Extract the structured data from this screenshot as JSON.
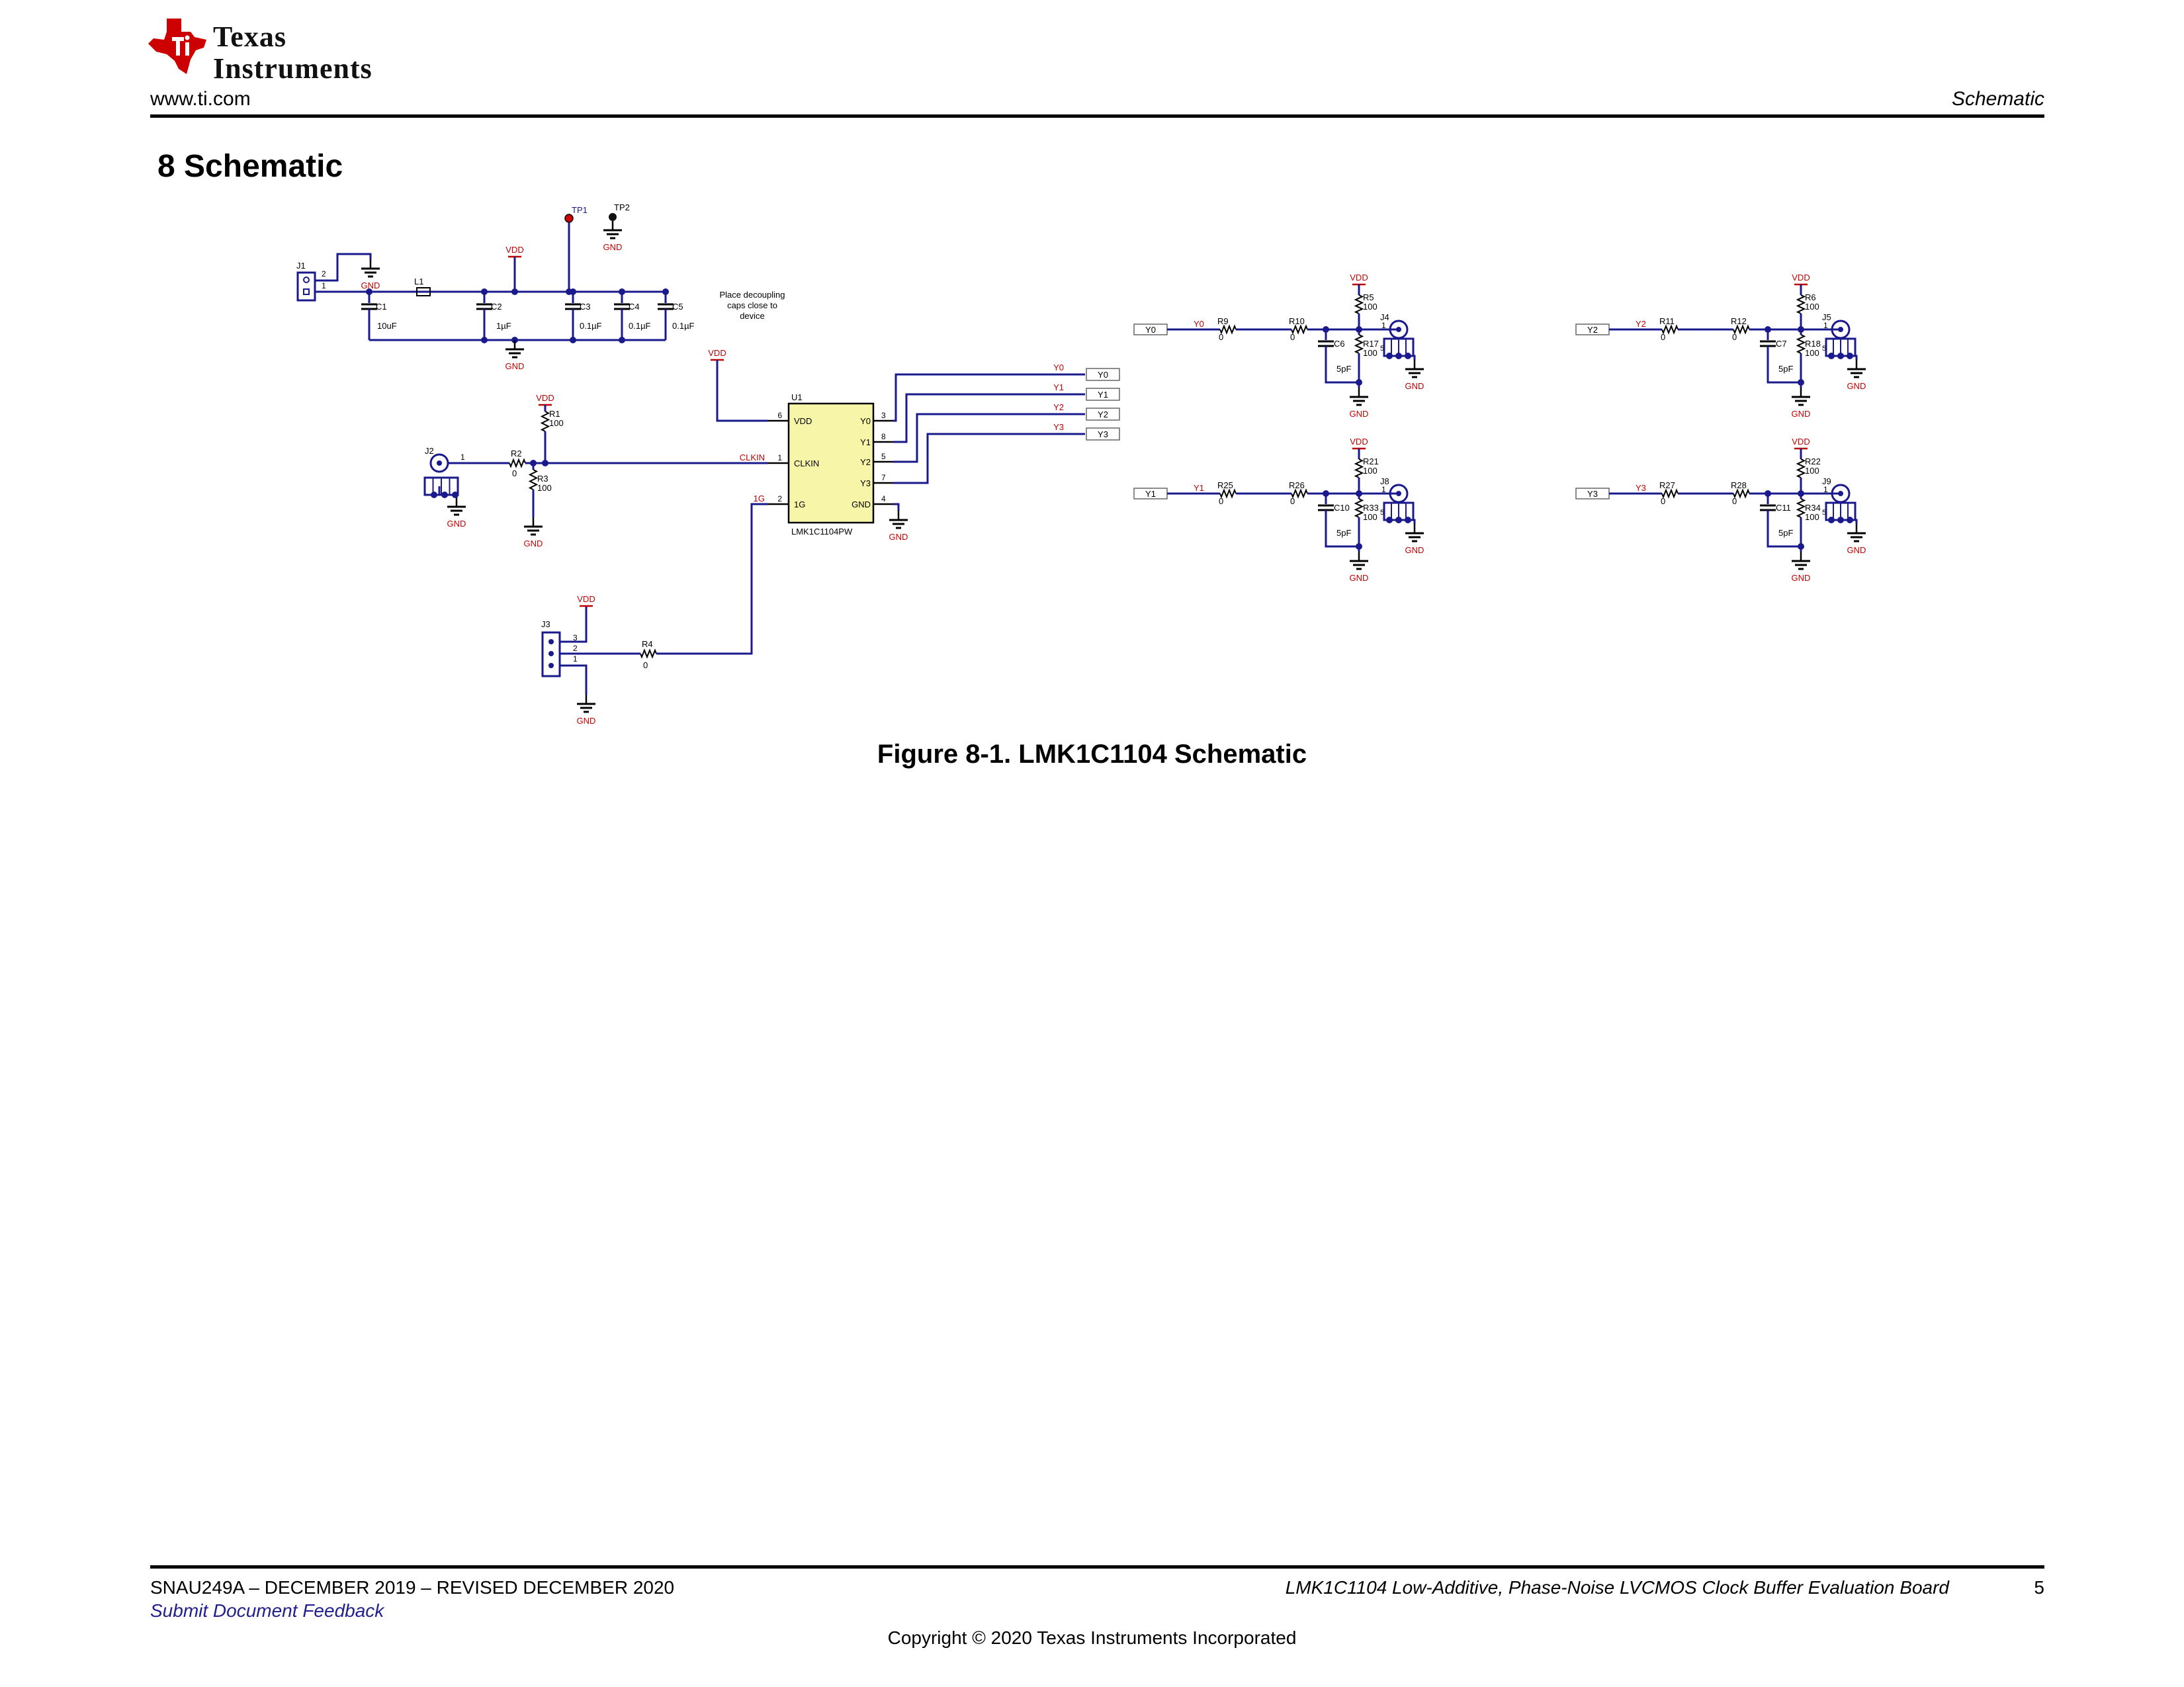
{
  "header": {
    "logo_line1": "Texas",
    "logo_line2": "Instruments",
    "site_url": "www.ti.com",
    "section_label": "Schematic"
  },
  "page_heading": "8 Schematic",
  "schematic": {
    "note_lines": [
      "Place decoupling",
      "caps close to",
      "device"
    ],
    "ic_ref": "U1",
    "ic_part": "LMK1C1104PW",
    "ic_pins_left": [
      {
        "name": "VDD",
        "num": "6"
      },
      {
        "name": "CLKIN",
        "num": "1"
      },
      {
        "name": "1G",
        "num": "2"
      }
    ],
    "ic_pins_right": [
      {
        "name": "Y0",
        "num": "3"
      },
      {
        "name": "Y1",
        "num": "8"
      },
      {
        "name": "Y2",
        "num": "5"
      },
      {
        "name": "Y3",
        "num": "7"
      },
      {
        "name": "GND",
        "num": "4"
      }
    ],
    "net_clkin": "CLKIN",
    "net_1g": "1G",
    "outputs": [
      "Y0",
      "Y1",
      "Y2",
      "Y3"
    ],
    "power_net": "VDD",
    "ground_net": "GND",
    "test_points": [
      "TP1",
      "TP2"
    ],
    "power": {
      "connector": "J1",
      "pin_top": "2",
      "pin_bottom": "1",
      "inductor": "L1",
      "caps": [
        {
          "ref": "C1",
          "value": "10uF"
        },
        {
          "ref": "C2",
          "value": "1µF"
        },
        {
          "ref": "C3",
          "value": "0.1µF"
        },
        {
          "ref": "C4",
          "value": "0.1µF"
        },
        {
          "ref": "C5",
          "value": "0.1µF"
        }
      ]
    },
    "input": {
      "connector": "J2",
      "pin": "1",
      "series_res": {
        "ref": "R2",
        "value": "0"
      },
      "pullup": {
        "ref": "R1",
        "value": "100"
      },
      "pulldown": {
        "ref": "R3",
        "value": "100"
      }
    },
    "enable": {
      "header": "J3",
      "pins": [
        "3",
        "2",
        "1"
      ],
      "res": {
        "ref": "R4",
        "value": "0"
      }
    },
    "channels": [
      {
        "net": "Y0",
        "r_a": "R9",
        "r_a_val": "0",
        "r_b": "R10",
        "r_b_val": "0",
        "cap": "C6",
        "cap_val": "5pF",
        "r_up": "R5",
        "r_up_val": "100",
        "r_dn": "R17",
        "r_dn_val": "100",
        "conn": "J4",
        "pin": "1",
        "side_pins": "5 4 3 2"
      },
      {
        "net": "Y2",
        "r_a": "R11",
        "r_a_val": "0",
        "r_b": "R12",
        "r_b_val": "0",
        "cap": "C7",
        "cap_val": "5pF",
        "r_up": "R6",
        "r_up_val": "100",
        "r_dn": "R18",
        "r_dn_val": "100",
        "conn": "J5",
        "pin": "1",
        "side_pins": "5 4 3 2"
      },
      {
        "net": "Y1",
        "r_a": "R25",
        "r_a_val": "0",
        "r_b": "R26",
        "r_b_val": "0",
        "cap": "C10",
        "cap_val": "5pF",
        "r_up": "R21",
        "r_up_val": "100",
        "r_dn": "R33",
        "r_dn_val": "100",
        "conn": "J8",
        "pin": "1",
        "side_pins": "5 4 3 2"
      },
      {
        "net": "Y3",
        "r_a": "R27",
        "r_a_val": "0",
        "r_b": "R28",
        "r_b_val": "0",
        "cap": "C11",
        "cap_val": "5pF",
        "r_up": "R22",
        "r_up_val": "100",
        "r_dn": "R34",
        "r_dn_val": "100",
        "conn": "J9",
        "pin": "1",
        "side_pins": "5 4 3 2"
      }
    ],
    "colors": {
      "wire": "#1a1a8c",
      "net_label": "#c00000",
      "ic_fill": "#f7f5a8",
      "junction": "#1a1a8c"
    }
  },
  "caption": "Figure 8-1. LMK1C1104 Schematic",
  "footer": {
    "doc_id": "SNAU249A – DECEMBER 2019 – REVISED DECEMBER 2020",
    "feedback": "Submit Document Feedback",
    "doc_title": "LMK1C1104 Low-Additive, Phase-Noise LVCMOS Clock Buffer Evaluation Board",
    "page_number": "5",
    "copyright": "Copyright © 2020 Texas Instruments Incorporated"
  }
}
